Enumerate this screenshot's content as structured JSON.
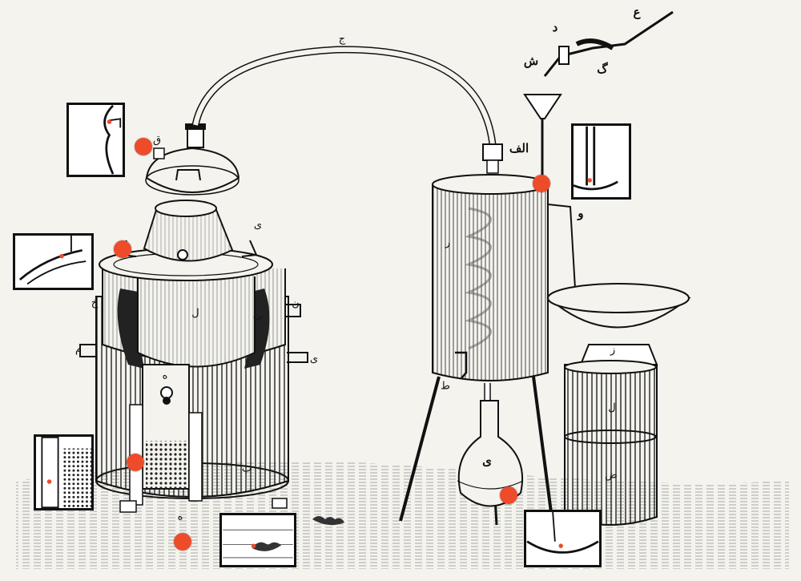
{
  "colors": {
    "marker": "#ee4b2b",
    "ink": "#1a1a1a",
    "paper": "#f4f3ee"
  },
  "labels": {
    "ain": "ع",
    "dal": "د",
    "shin": "ش",
    "gaf": "گ",
    "jim": "ج",
    "alef": "الف",
    "qaf": "ق",
    "vav": "و",
    "re": "ر",
    "ye_top": "ی",
    "khe": "خ",
    "nun": "ن",
    "lam_boiler": "ل",
    "te": "ت",
    "mim": "م",
    "ye_handle": "ی",
    "he": "ه",
    "ta": "ط",
    "ze": "ز",
    "lam_stand": "ل",
    "ye_flask": "ی",
    "zad": "ض",
    "be": "ب",
    "he_floor": "ه"
  },
  "insets": {
    "cap": "cap-detail-icon",
    "lid": "lid-detail-icon",
    "funnel": "funnel-detail-icon",
    "gauge": "gauge-detail-icon",
    "floor": "floor-detail-icon",
    "basin": "basin-detail-icon"
  }
}
